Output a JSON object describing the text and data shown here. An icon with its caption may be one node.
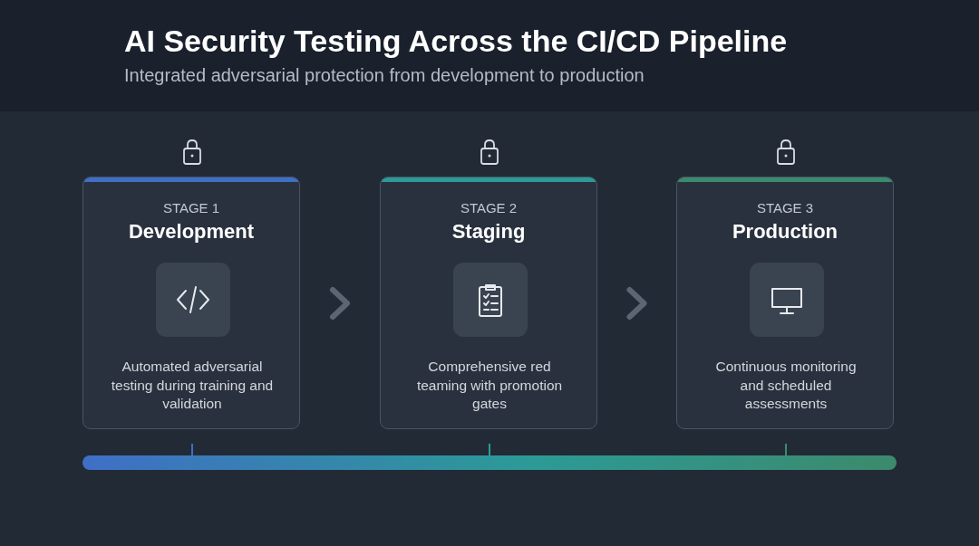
{
  "diagram": {
    "title": "AI Security Testing Across the CI/CD Pipeline",
    "nodes": [
      {
        "text": [
          "STAGE 1",
          "Development",
          "Automated adversarial testing during training and validation"
        ]
      },
      {
        "text": [
          "STAGE 2",
          "Staging",
          "Comprehensive red teaming with promotion gates"
        ]
      },
      {
        "text": [
          "STAGE 3",
          "Production",
          "Continuous monitoring and scheduled assessments"
        ]
      }
    ],
    "edges": [
      {
        "from": 0,
        "to": 1,
        "arrow": "to"
      },
      {
        "from": 1,
        "to": 2,
        "arrow": "to"
      }
    ],
    "labels": [
      "Integrated adversarial protection from development to production"
    ]
  }
}
